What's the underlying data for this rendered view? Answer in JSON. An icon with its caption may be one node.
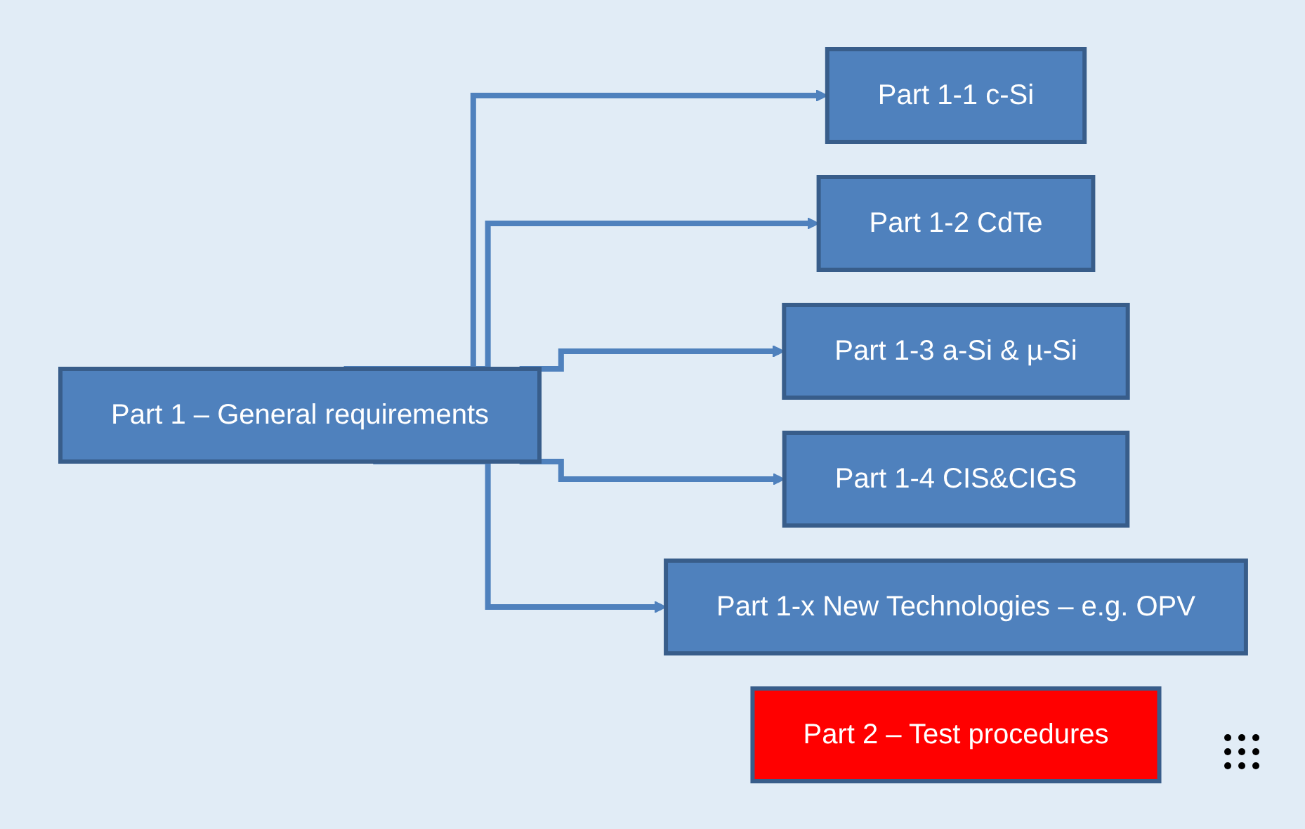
{
  "diagram": {
    "nodes": [
      {
        "text": [
          "Part 1 – General requirements"
        ]
      },
      {
        "text": [
          "Part 1-1 c-Si"
        ]
      },
      {
        "text": [
          "Part 1-2 CdTe"
        ]
      },
      {
        "text": [
          "Part 1-3 a-Si & µ-Si"
        ]
      },
      {
        "text": [
          "Part 1-4 CIS&CIGS"
        ]
      },
      {
        "text": [
          "Part 1-x New Technologies – e.g. OPV"
        ]
      },
      {
        "text": [
          "Part 2 – Test procedures"
        ]
      }
    ],
    "edges": [
      {
        "from": 0,
        "to": 1,
        "arrow": "to"
      },
      {
        "from": 0,
        "to": 2,
        "arrow": "to"
      },
      {
        "from": 0,
        "to": 3,
        "arrow": "to"
      },
      {
        "from": 0,
        "to": 4,
        "arrow": "to"
      },
      {
        "from": 0,
        "to": 5,
        "arrow": "to"
      }
    ]
  }
}
